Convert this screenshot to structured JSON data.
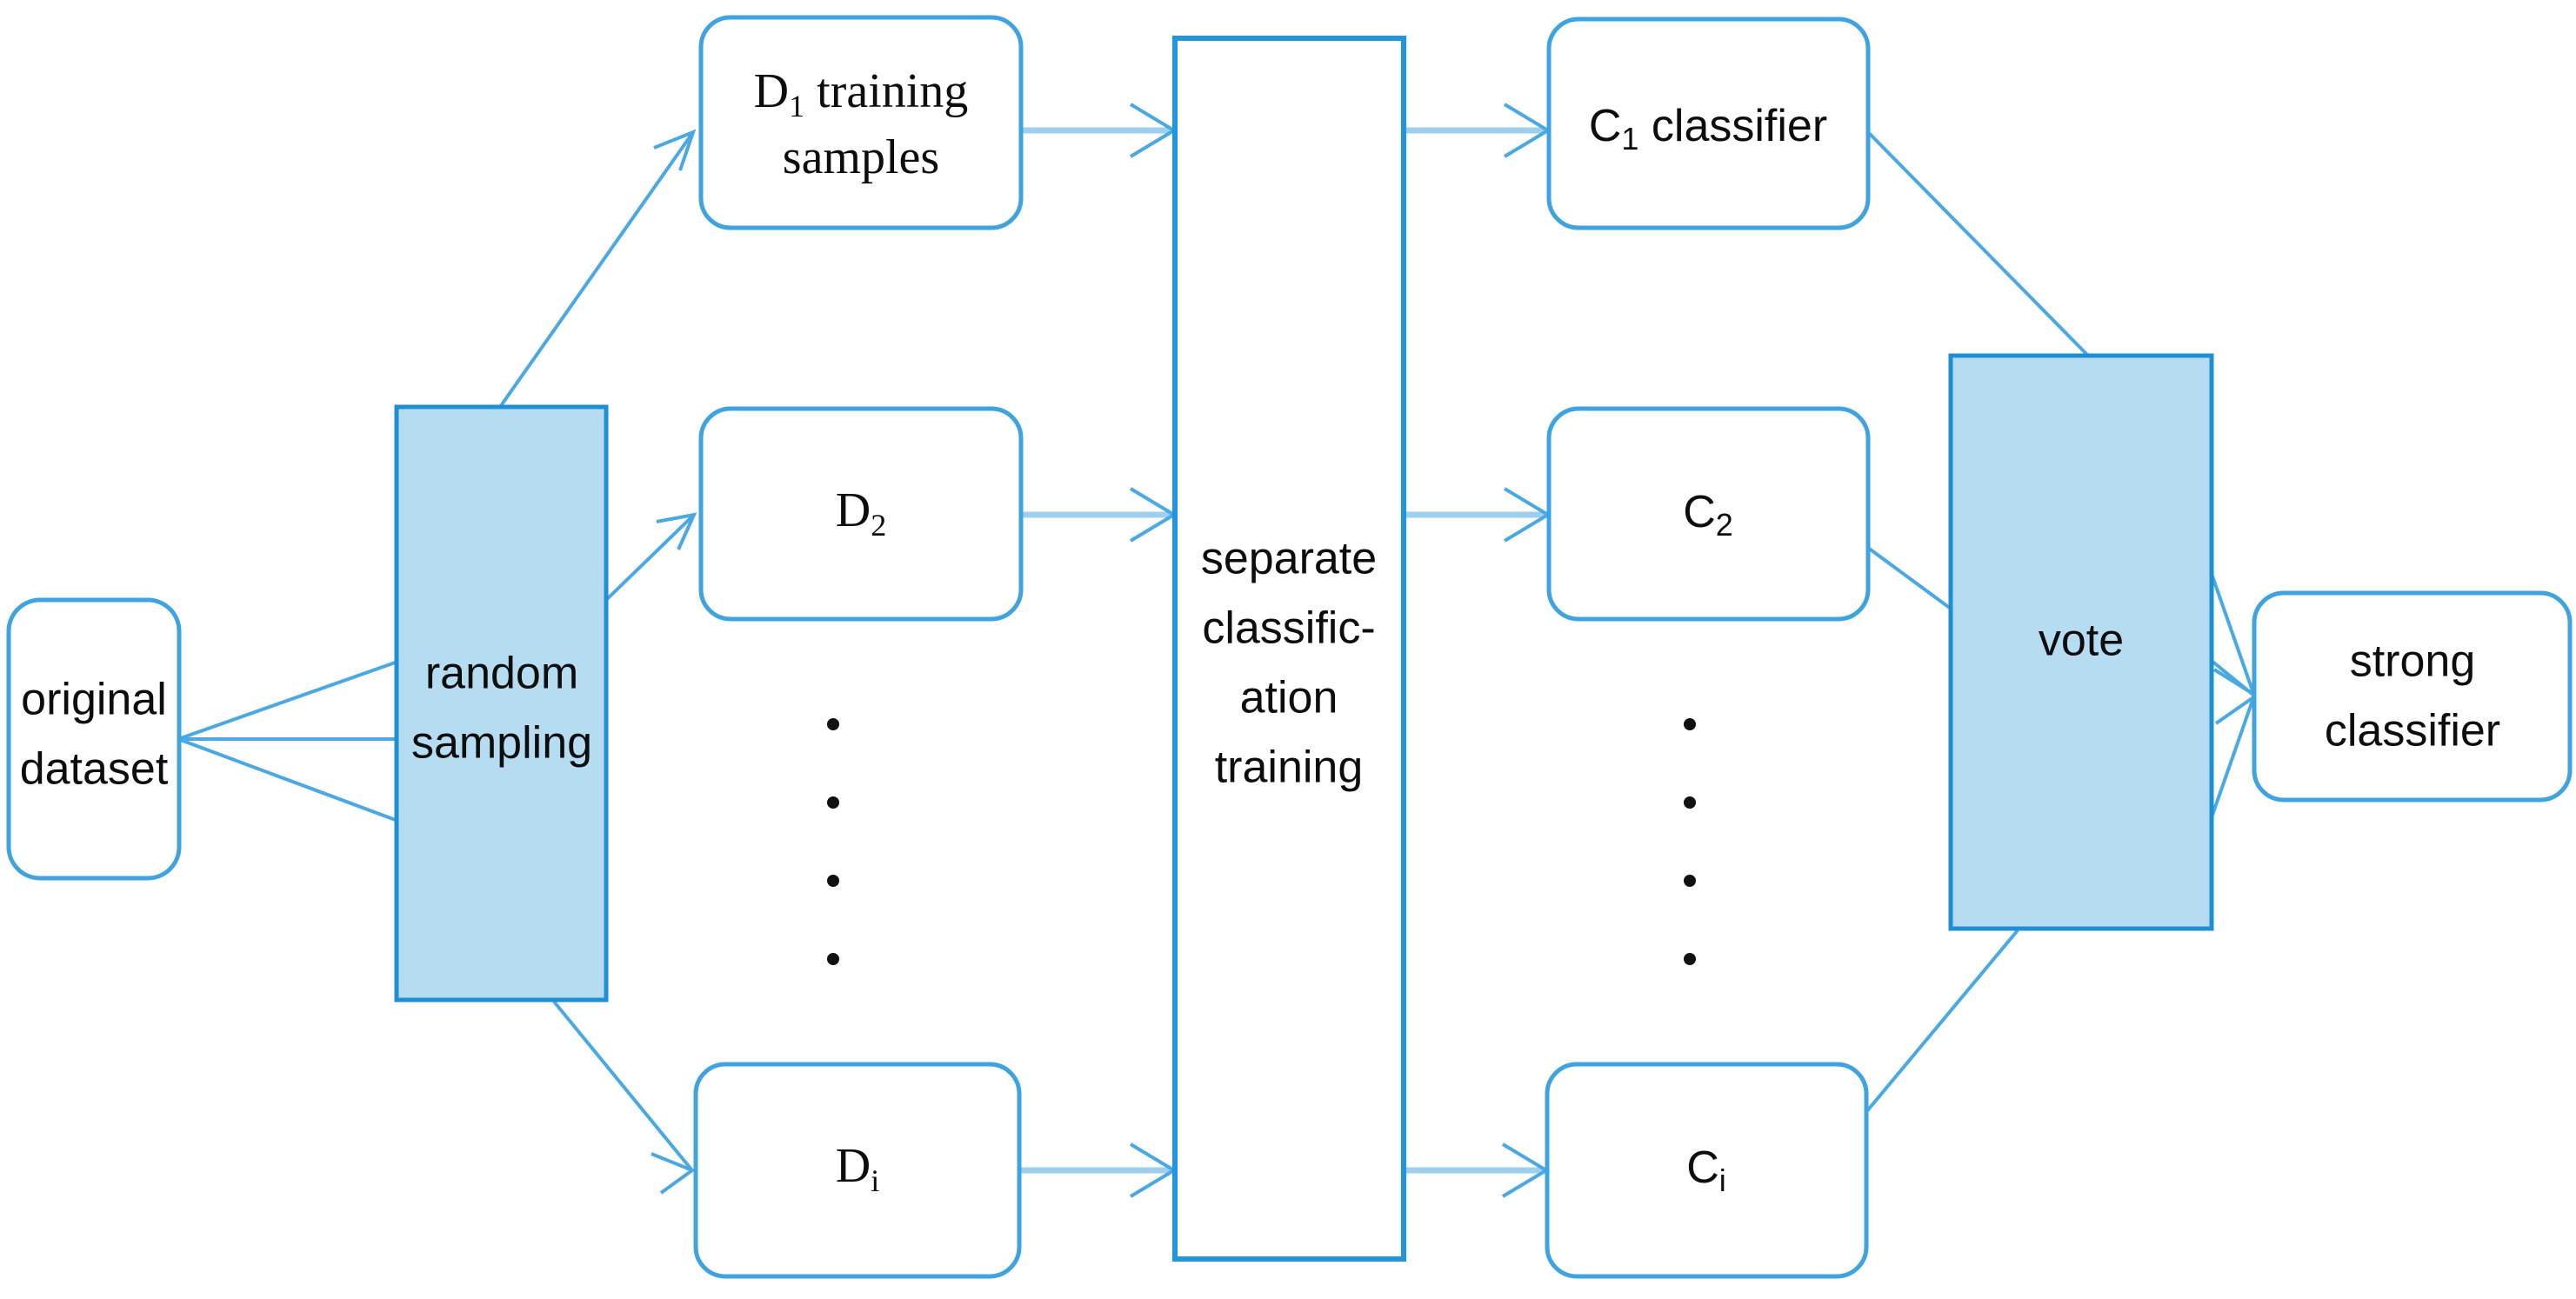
{
  "diagram": {
    "title": "Bagging ensemble learning flowchart",
    "colors": {
      "stroke": "#4aa8e2",
      "fill_accent": "#b6dcf2",
      "stroke_accent": "#1e8fd5",
      "node_fill": "#ffffff",
      "text": "#0d0d0d",
      "background": "#ffffff"
    },
    "nodes": {
      "original_dataset": {
        "line1": "original",
        "line2": "dataset"
      },
      "random_sampling": {
        "line1": "random",
        "line2": "sampling"
      },
      "d1": {
        "base": "D",
        "sub": "1",
        "rest": " training",
        "line2": "samples"
      },
      "d2": {
        "base": "D",
        "sub": "2"
      },
      "di": {
        "base": "D",
        "sub": "i"
      },
      "training": {
        "line1": "separate",
        "line2": "classific-",
        "line3": "ation",
        "line4": "training"
      },
      "c1": {
        "base": "C",
        "sub": "1",
        "rest": " classifier"
      },
      "c2": {
        "base": "C",
        "sub": "2"
      },
      "ci": {
        "base": "C",
        "sub": "i"
      },
      "vote": {
        "label": "vote"
      },
      "strong_classifier": {
        "line1": "strong",
        "line2": "classifier"
      }
    },
    "ellipsis": {
      "dot_glyph": "·",
      "count": 4
    }
  }
}
